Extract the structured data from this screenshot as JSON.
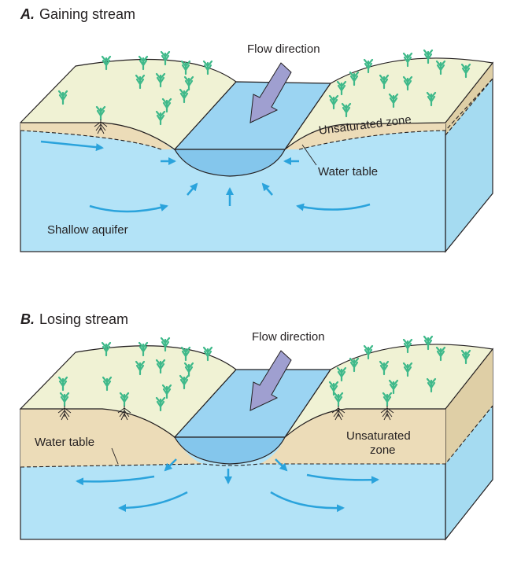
{
  "panels": [
    {
      "letter": "A.",
      "title": "Gaining stream",
      "labels": {
        "flow_direction": "Flow direction",
        "unsaturated_zone": "Unsaturated zone",
        "water_table": "Water table",
        "shallow_aquifer": "Shallow aquifer"
      }
    },
    {
      "letter": "B.",
      "title": "Losing stream",
      "labels": {
        "flow_direction": "Flow direction",
        "water_table": "Water table",
        "unsaturated_zone_line1": "Unsaturated",
        "unsaturated_zone_line2": "zone"
      }
    }
  ],
  "colors": {
    "water": "#b3e3f7",
    "stream": "#8fd0f0",
    "land_top": "#f0f2d4",
    "soil": "#ecdcb8",
    "side_shade": "#dfcfa6",
    "arrow": "#2aa3dc",
    "flow_arrow": "#9f9fd0",
    "grass": "#3fb98a",
    "outline": "#231f20"
  }
}
